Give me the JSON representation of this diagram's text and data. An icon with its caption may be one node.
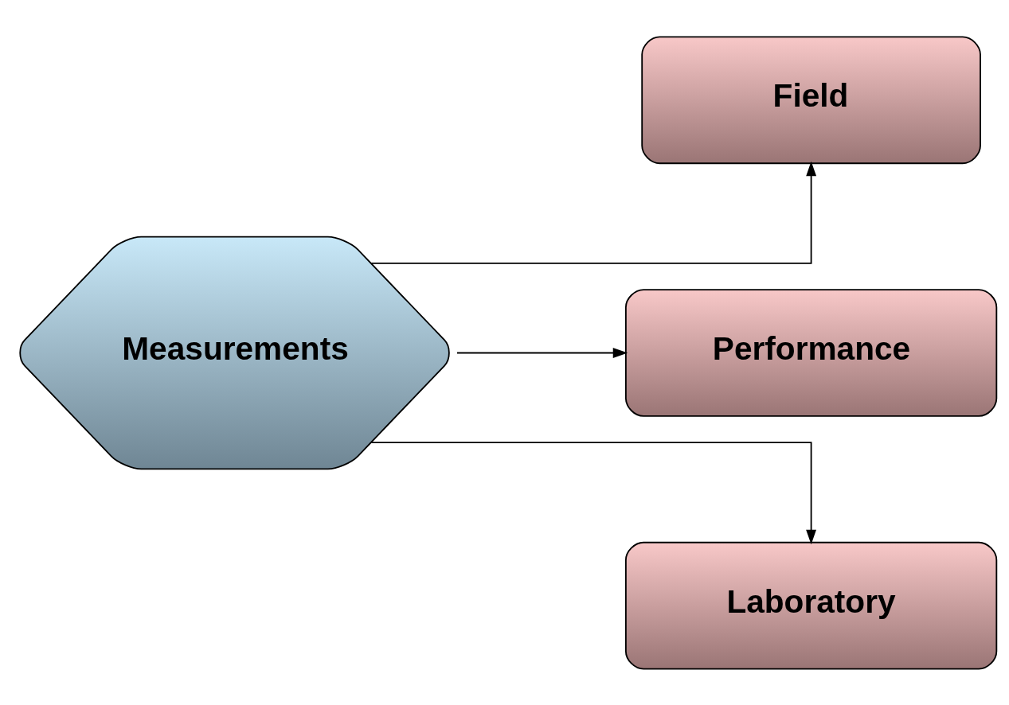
{
  "diagram": {
    "nodes": [
      {
        "text": [
          "Measurements"
        ]
      },
      {
        "text": [
          "Field"
        ]
      },
      {
        "text": [
          "Performance"
        ]
      },
      {
        "text": [
          "Laboratory"
        ]
      }
    ],
    "edges": [
      {
        "from": 0,
        "to": 1,
        "arrow": "to"
      },
      {
        "from": 0,
        "to": 2,
        "arrow": "to"
      },
      {
        "from": 0,
        "to": 3,
        "arrow": "to"
      }
    ]
  }
}
